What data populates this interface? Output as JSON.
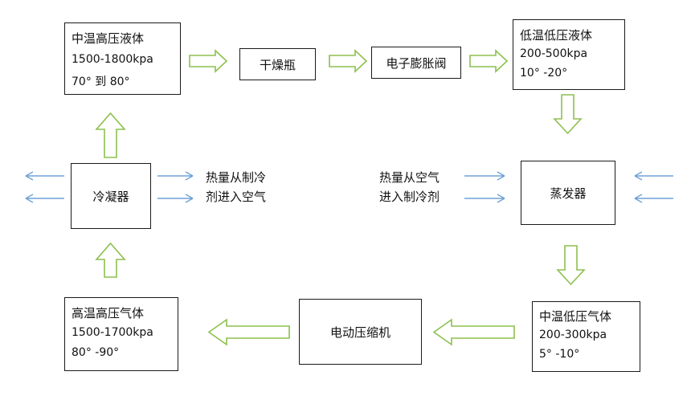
{
  "nodes": {
    "mid_high_liquid": {
      "title": "中温高压液体",
      "line1": "1500-1800kpa",
      "line2": "70° 到 80°"
    },
    "dryer": {
      "label": "干燥瓶"
    },
    "expansion_valve": {
      "label": "电子膨胀阀"
    },
    "low_low_liquid": {
      "title": "低温低压液体",
      "line1": "200-500kpa",
      "line2": "10° -20°"
    },
    "condenser": {
      "label": "冷凝器"
    },
    "evaporator": {
      "label": "蒸发器"
    },
    "high_high_gas": {
      "title": "高温高压气体",
      "line1": "1500-1700kpa",
      "line2": "80° -90°"
    },
    "compressor": {
      "label": "电动压缩机"
    },
    "mid_low_gas": {
      "title": "中温低压气体",
      "line1": "200-300kpa",
      "line2": "5° -10°"
    }
  },
  "notes": {
    "condenser_heat": {
      "line1": "热量从制冷",
      "line2": "剂进入空气"
    },
    "evaporator_heat": {
      "line1": "热量从空气",
      "line2": "进入制冷剂"
    }
  },
  "colors": {
    "flow_arrow": "#8DC04E",
    "heat_arrow": "#6FA2D6",
    "box_border": "#1a1a1a"
  }
}
